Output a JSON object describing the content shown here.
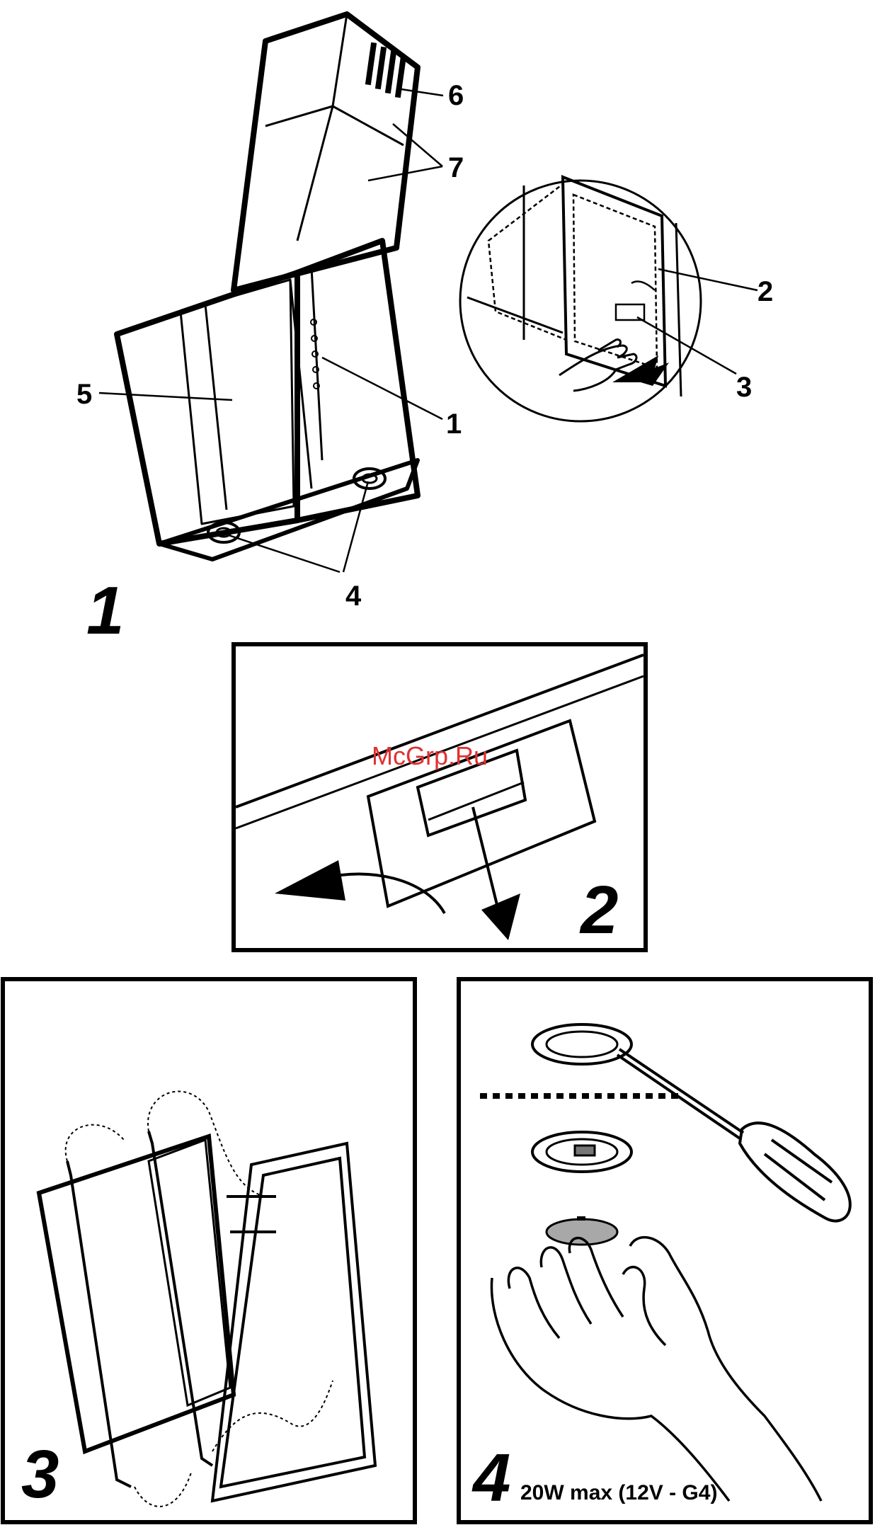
{
  "figure1": {
    "number": "1",
    "callouts": [
      "1",
      "2",
      "3",
      "4",
      "5",
      "6",
      "7"
    ]
  },
  "figure2": {
    "number": "2"
  },
  "figure3": {
    "number": "3"
  },
  "figure4": {
    "number": "4",
    "spec": "20W max (12V - G4)"
  },
  "watermark": "McGrp.Ru",
  "colors": {
    "ink": "#000000",
    "watermark": "#e03030",
    "lamp_lens": "#a8a8a8"
  }
}
